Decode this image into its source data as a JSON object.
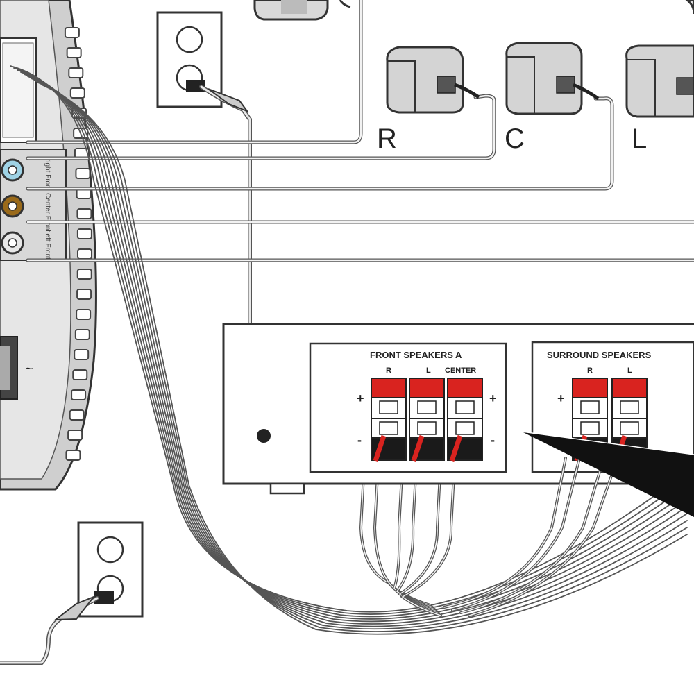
{
  "speakers": {
    "right": "R",
    "center": "C",
    "left": "L"
  },
  "bass_module": {
    "jacks": [
      "Right Front",
      "Center Front",
      "Left Front"
    ],
    "ac_symbol": "~"
  },
  "receiver": {
    "front_header": "FRONT SPEAKERS A",
    "front_channels": [
      "R",
      "L",
      "CENTER"
    ],
    "surround_header": "SURROUND SPEAKERS",
    "surround_channels": [
      "R",
      "L"
    ],
    "plus": "+",
    "minus": "-"
  },
  "colors": {
    "jack_right": "#9fd3e6",
    "jack_center": "#9a6a1a",
    "jack_left": "#e8e8e8",
    "terminal_red": "#d9231f",
    "terminal_black": "#1a1a1a"
  }
}
